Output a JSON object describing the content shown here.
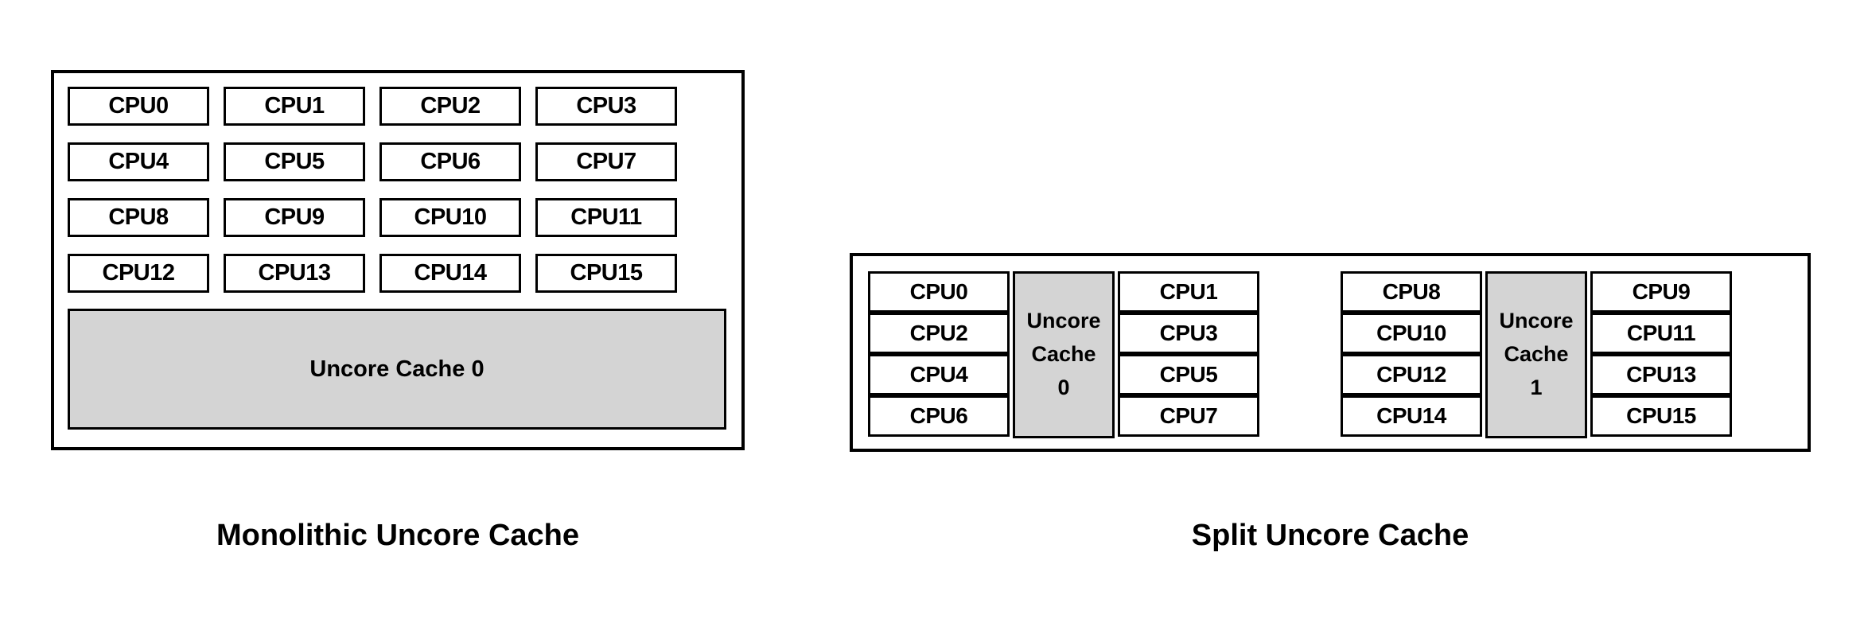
{
  "figures": [
    {
      "id": "monolithic",
      "caption": "Monolithic Uncore Cache",
      "cpu_rows": [
        [
          "CPU0",
          "CPU1",
          "CPU2",
          "CPU3"
        ],
        [
          "CPU4",
          "CPU5",
          "CPU6",
          "CPU7"
        ],
        [
          "CPU8",
          "CPU9",
          "CPU10",
          "CPU11"
        ],
        [
          "CPU12",
          "CPU13",
          "CPU14",
          "CPU15"
        ]
      ],
      "cache_label": "Uncore Cache 0"
    },
    {
      "id": "split",
      "caption": "Split Uncore Cache",
      "groups": [
        {
          "left_cpus": [
            "CPU0",
            "CPU2",
            "CPU4",
            "CPU6"
          ],
          "right_cpus": [
            "CPU1",
            "CPU3",
            "CPU5",
            "CPU7"
          ],
          "cache_lines": [
            "Uncore",
            "Cache",
            "0"
          ]
        },
        {
          "left_cpus": [
            "CPU8",
            "CPU10",
            "CPU12",
            "CPU14"
          ],
          "right_cpus": [
            "CPU9",
            "CPU11",
            "CPU13",
            "CPU15"
          ],
          "cache_lines": [
            "Uncore",
            "Cache",
            "1"
          ]
        }
      ]
    }
  ],
  "colors": {
    "background": "#ffffff",
    "border": "#000000",
    "cache_fill": "#d4d4d4",
    "text": "#000000"
  }
}
